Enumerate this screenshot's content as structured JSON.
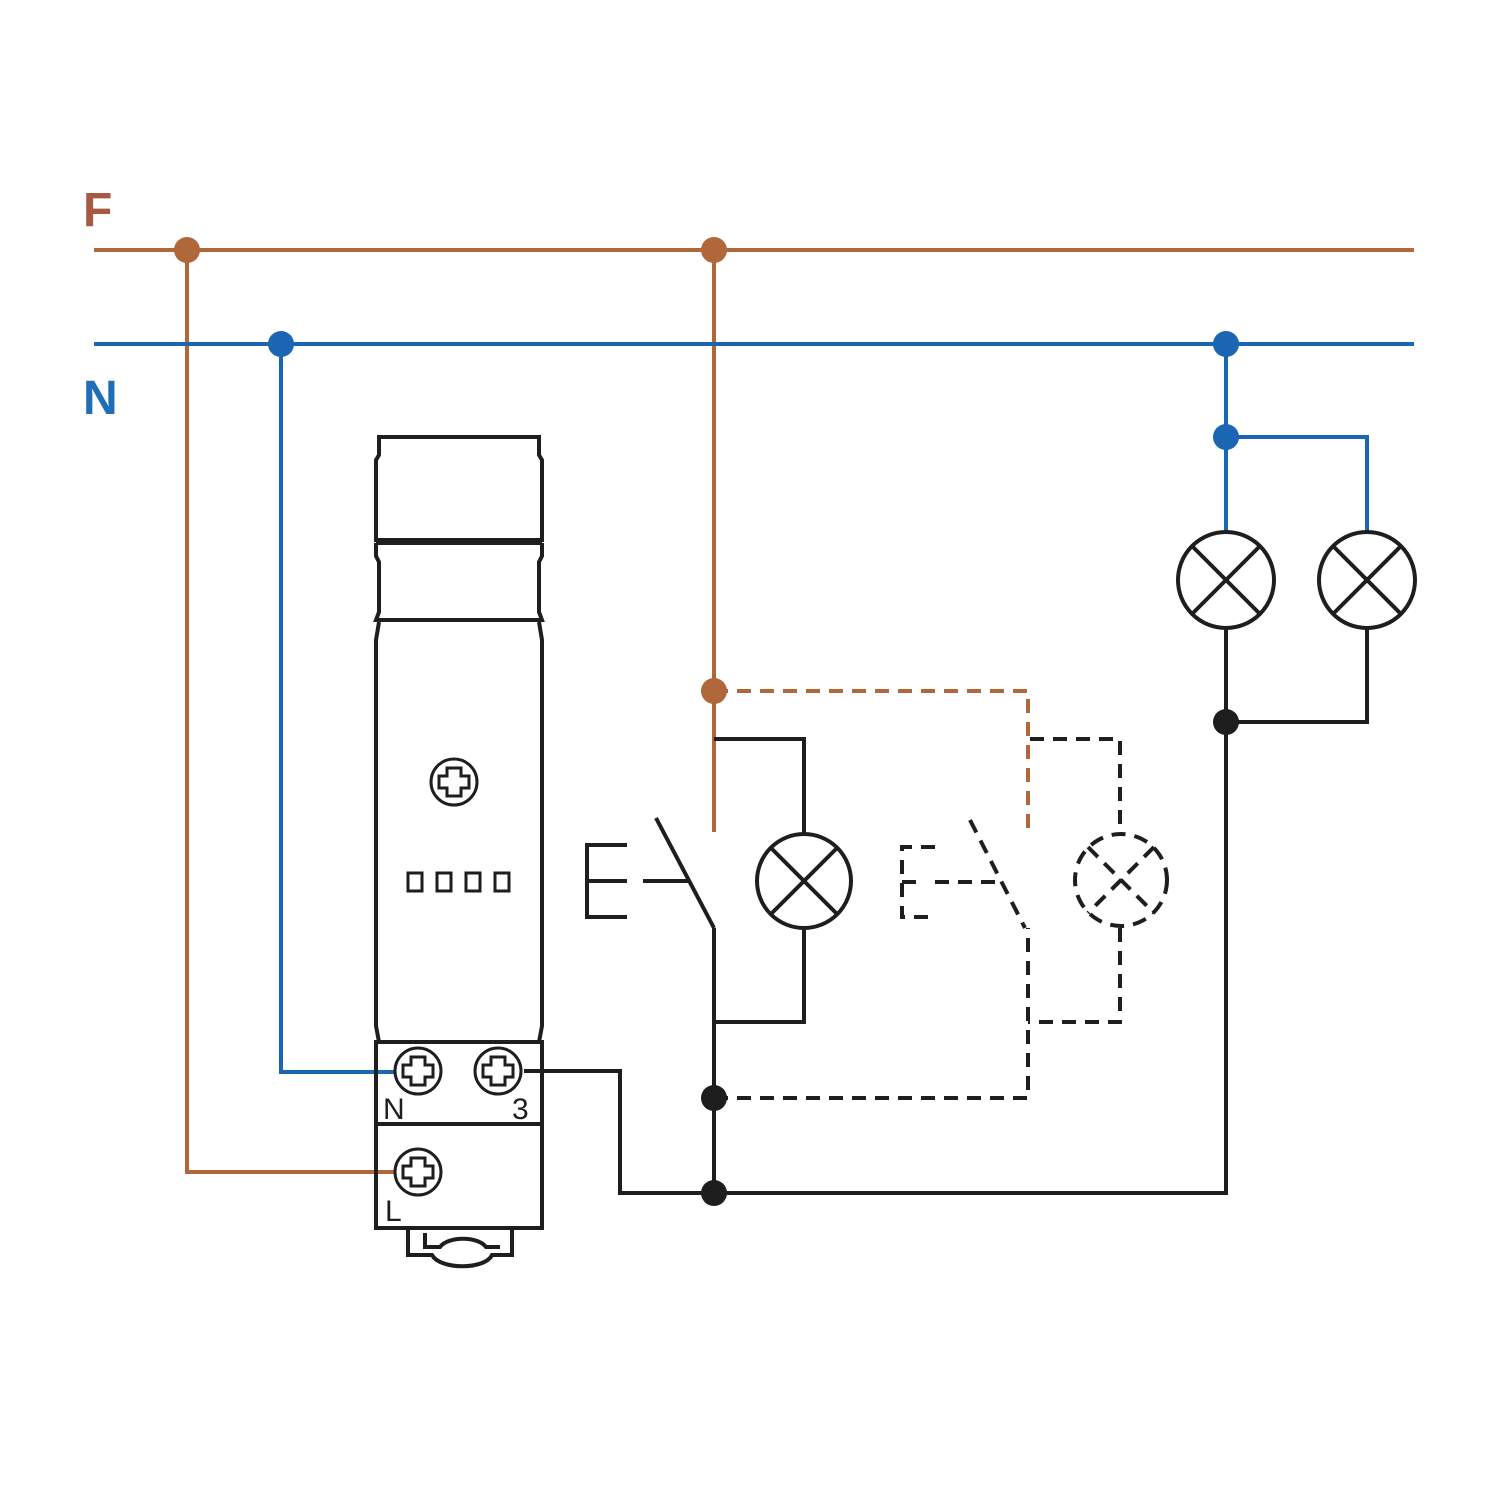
{
  "colors": {
    "phase": "#b0673a",
    "phase_label": "#a65a45",
    "neutral": "#1a66b3",
    "neutral_label": "#1f6fb8",
    "wire": "#1e1e1e",
    "background": "#ffffff"
  },
  "buses": {
    "phase_label": "F",
    "neutral_label": "N"
  },
  "device": {
    "terminals": {
      "neutral_label": "N",
      "output_label": "3",
      "line_label": "L"
    }
  },
  "icons": {
    "lamp": "lamp-cross-icon",
    "pushbutton": "pushbutton-icon",
    "screw": "screw-terminal-icon",
    "junction": "junction-dot"
  }
}
